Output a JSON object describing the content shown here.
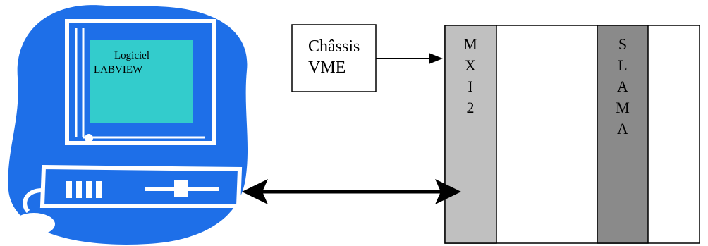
{
  "computer": {
    "screen_label_line1": "Logiciel",
    "screen_label_line2": "LABVIEW"
  },
  "chassis_box": {
    "line1": "Châssis",
    "line2": "VME"
  },
  "rack": {
    "mxi_letters": [
      "M",
      "X",
      "I",
      "2"
    ],
    "slama_letters": [
      "S",
      "L",
      "A",
      "M",
      "A"
    ]
  },
  "colors": {
    "blob_blue": "#1e6fe8",
    "screen_teal": "#33cccc",
    "mxi_gray": "#c0c0c0",
    "slama_gray": "#8a8a8a",
    "white": "#ffffff",
    "black": "#000000"
  }
}
